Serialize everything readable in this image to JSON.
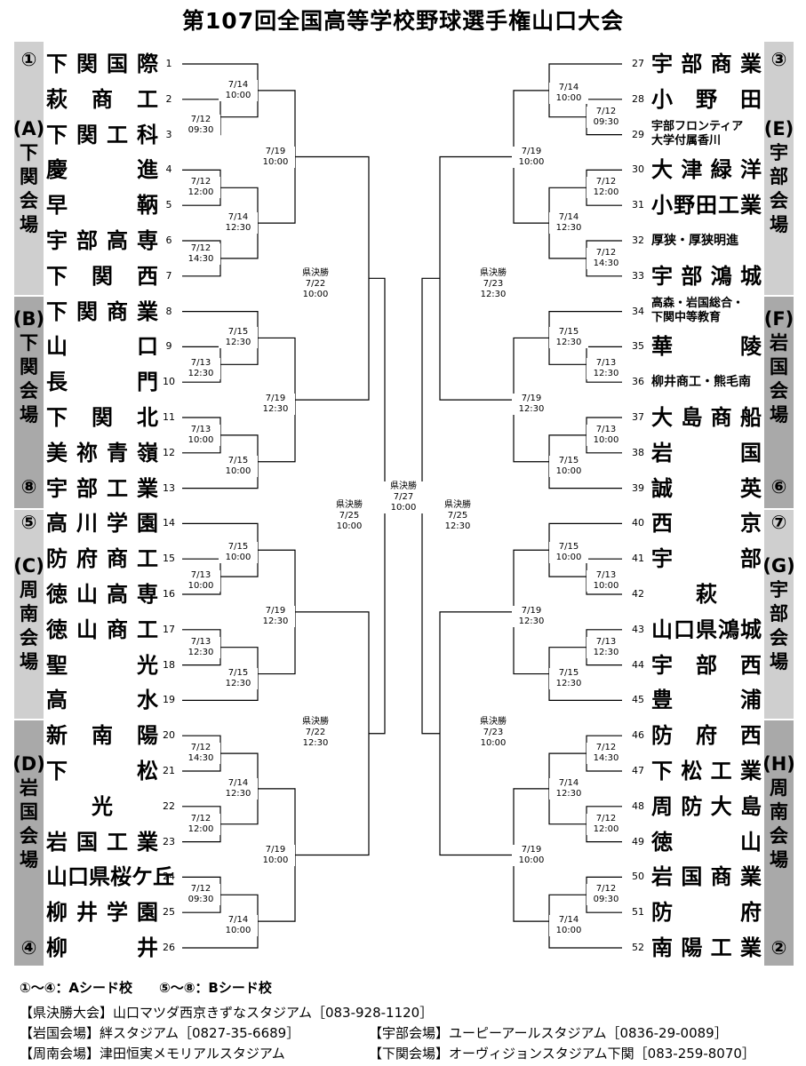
{
  "title": "第107回全国高等学校野球選手権山口大会",
  "left_bars": [
    {
      "label": "(A)下関会場",
      "chars": [
        "(A)",
        "下",
        "関",
        "会",
        "場"
      ],
      "seed_top": "①",
      "seed_bottom": ""
    },
    {
      "label": "(B)下関会場",
      "chars": [
        "(B)",
        "下",
        "関",
        "会",
        "場"
      ],
      "seed_top": "",
      "seed_bottom": "⑧"
    },
    {
      "label": "(C)周南会場",
      "chars": [
        "(C)",
        "周",
        "南",
        "会",
        "場"
      ],
      "seed_top": "⑤",
      "seed_bottom": ""
    },
    {
      "label": "(D)岩国会場",
      "chars": [
        "(D)",
        "岩",
        "国",
        "会",
        "場"
      ],
      "seed_top": "",
      "seed_bottom": "④"
    }
  ],
  "right_bars": [
    {
      "label": "(E)宇部会場",
      "chars": [
        "(E)",
        "宇",
        "部",
        "会",
        "場"
      ],
      "seed_top": "③",
      "seed_bottom": ""
    },
    {
      "label": "(F)岩国会場",
      "chars": [
        "(F)",
        "岩",
        "国",
        "会",
        "場"
      ],
      "seed_top": "",
      "seed_bottom": "⑥"
    },
    {
      "label": "(G)宇部会場",
      "chars": [
        "(G)",
        "宇",
        "部",
        "会",
        "場"
      ],
      "seed_top": "⑦",
      "seed_bottom": ""
    },
    {
      "label": "(H)周南会場",
      "chars": [
        "(H)",
        "周",
        "南",
        "会",
        "場"
      ],
      "seed_top": "",
      "seed_bottom": "②"
    }
  ],
  "left_schools": [
    {
      "no": "1",
      "name": "下関国際"
    },
    {
      "no": "2",
      "name": "萩商工"
    },
    {
      "no": "3",
      "name": "下関工科"
    },
    {
      "no": "4",
      "name": "慶進"
    },
    {
      "no": "5",
      "name": "早鞆"
    },
    {
      "no": "6",
      "name": "宇部高専"
    },
    {
      "no": "7",
      "name": "下関西"
    },
    {
      "no": "8",
      "name": "下関商業"
    },
    {
      "no": "9",
      "name": "山口"
    },
    {
      "no": "10",
      "name": "長門"
    },
    {
      "no": "11",
      "name": "下関北"
    },
    {
      "no": "12",
      "name": "美祢青嶺"
    },
    {
      "no": "13",
      "name": "宇部工業"
    },
    {
      "no": "14",
      "name": "高川学園"
    },
    {
      "no": "15",
      "name": "防府商工"
    },
    {
      "no": "16",
      "name": "徳山高専"
    },
    {
      "no": "17",
      "name": "徳山商工"
    },
    {
      "no": "18",
      "name": "聖光"
    },
    {
      "no": "19",
      "name": "高水"
    },
    {
      "no": "20",
      "name": "新南陽"
    },
    {
      "no": "21",
      "name": "下松"
    },
    {
      "no": "22",
      "name": "光"
    },
    {
      "no": "23",
      "name": "岩国工業"
    },
    {
      "no": "24",
      "name": "山口県桜ケ丘"
    },
    {
      "no": "25",
      "name": "柳井学園"
    },
    {
      "no": "26",
      "name": "柳井"
    }
  ],
  "right_schools": [
    {
      "no": "27",
      "name": "宇部商業"
    },
    {
      "no": "28",
      "name": "小野田"
    },
    {
      "no": "29",
      "name": "宇部フロンティア大学付属香川"
    },
    {
      "no": "30",
      "name": "大津緑洋"
    },
    {
      "no": "31",
      "name": "小野田工業"
    },
    {
      "no": "32",
      "name": "厚狭・厚狭明進"
    },
    {
      "no": "33",
      "name": "宇部鴻城"
    },
    {
      "no": "34",
      "name": "高森・岩国総合・下関中等教育"
    },
    {
      "no": "35",
      "name": "華陵"
    },
    {
      "no": "36",
      "name": "柳井商工・熊毛南"
    },
    {
      "no": "37",
      "name": "大島商船"
    },
    {
      "no": "38",
      "name": "岩国"
    },
    {
      "no": "39",
      "name": "誠英"
    },
    {
      "no": "40",
      "name": "西京"
    },
    {
      "no": "41",
      "name": "宇部"
    },
    {
      "no": "42",
      "name": "萩"
    },
    {
      "no": "43",
      "name": "山口県鴻城"
    },
    {
      "no": "44",
      "name": "宇部西"
    },
    {
      "no": "45",
      "name": "豊浦"
    },
    {
      "no": "46",
      "name": "防府西"
    },
    {
      "no": "47",
      "name": "下松工業"
    },
    {
      "no": "48",
      "name": "周防大島"
    },
    {
      "no": "49",
      "name": "徳山"
    },
    {
      "no": "50",
      "name": "岩国商業"
    },
    {
      "no": "51",
      "name": "防府"
    },
    {
      "no": "52",
      "name": "南陽工業"
    }
  ],
  "dates": {
    "L_2_3": "7/12\n09:30",
    "L_1_23": "7/14\n10:00",
    "L_4_5": "7/12\n12:00",
    "L_6_7": "7/12\n14:30",
    "L_45_67": "7/14\n12:30",
    "L_r3_A": "7/19\n10:00",
    "L_9_10": "7/13\n12:30",
    "L_8_910": "7/15\n12:30",
    "L_11_12": "7/13\n10:00",
    "L_1112_13": "7/15\n10:00",
    "L_r3_B": "7/19\n12:30",
    "L_semi_AB": "県決勝\n7/22\n10:00",
    "L_15_16": "7/13\n10:00",
    "L_14_1516": "7/15\n10:00",
    "L_17_18": "7/13\n12:30",
    "L_1718_19": "7/15\n12:30",
    "L_r3_C": "7/19\n12:30",
    "L_20_21": "7/12\n14:30",
    "L_22_23": "7/12\n12:00",
    "L_2021_2223": "7/14\n12:30",
    "L_24_25": "7/12\n09:30",
    "L_2425_26": "7/14\n10:00",
    "L_r3_D": "7/19\n10:00",
    "L_semi_CD": "県決勝\n7/22\n12:30",
    "L_final": "県決勝\n7/25\n10:00",
    "final": "県決勝\n7/27\n10:00",
    "R_final": "県決勝\n7/25\n12:30",
    "R_28_29": "7/12\n09:30",
    "R_27_2829": "7/14\n10:00",
    "R_30_31": "7/12\n12:00",
    "R_32_33": "7/12\n14:30",
    "R_3031_3233": "7/14\n12:30",
    "R_r3_E": "7/19\n10:00",
    "R_semi_EF": "県決勝\n7/23\n12:30",
    "R_34_35": "7/15\n12:30",
    "R_35_36": "7/13\n12:30",
    "R_37_38": "7/13\n10:00",
    "R_3738_39": "7/15\n10:00",
    "R_r3_F": "7/19\n12:30",
    "R_40_4142": "7/15\n10:00",
    "R_41_42": "7/13\n10:00",
    "R_43_44": "7/13\n12:30",
    "R_4344_45": "7/15\n12:30",
    "R_r3_G": "7/19\n12:30",
    "R_semi_GH": "県決勝\n7/23\n10:00",
    "R_46_47": "7/12\n14:30",
    "R_48_49": "7/12\n12:00",
    "R_4647_4849": "7/14\n12:30",
    "R_50_51": "7/12\n09:30",
    "R_5051_52": "7/14\n10:00",
    "R_r3_H": "7/19\n10:00"
  },
  "footer": {
    "seeds": "①～④：Aシード校　　⑤～⑧：Bシード校",
    "final_venue": "【県決勝大会】山口マツダ西京きずなスタジアム［083-928-1120］",
    "iwakuni": "【岩国会場】絆スタジアム［0827-35-6689］",
    "ube": "【宇部会場】ユーピーアールスタジアム［0836-29-0089］",
    "shunan": "【周南会場】津田恒実メモリアルスタジアム",
    "shimonoseki": "【下関会場】オーヴィジョンスタジアム下関［083-259-8070］"
  }
}
